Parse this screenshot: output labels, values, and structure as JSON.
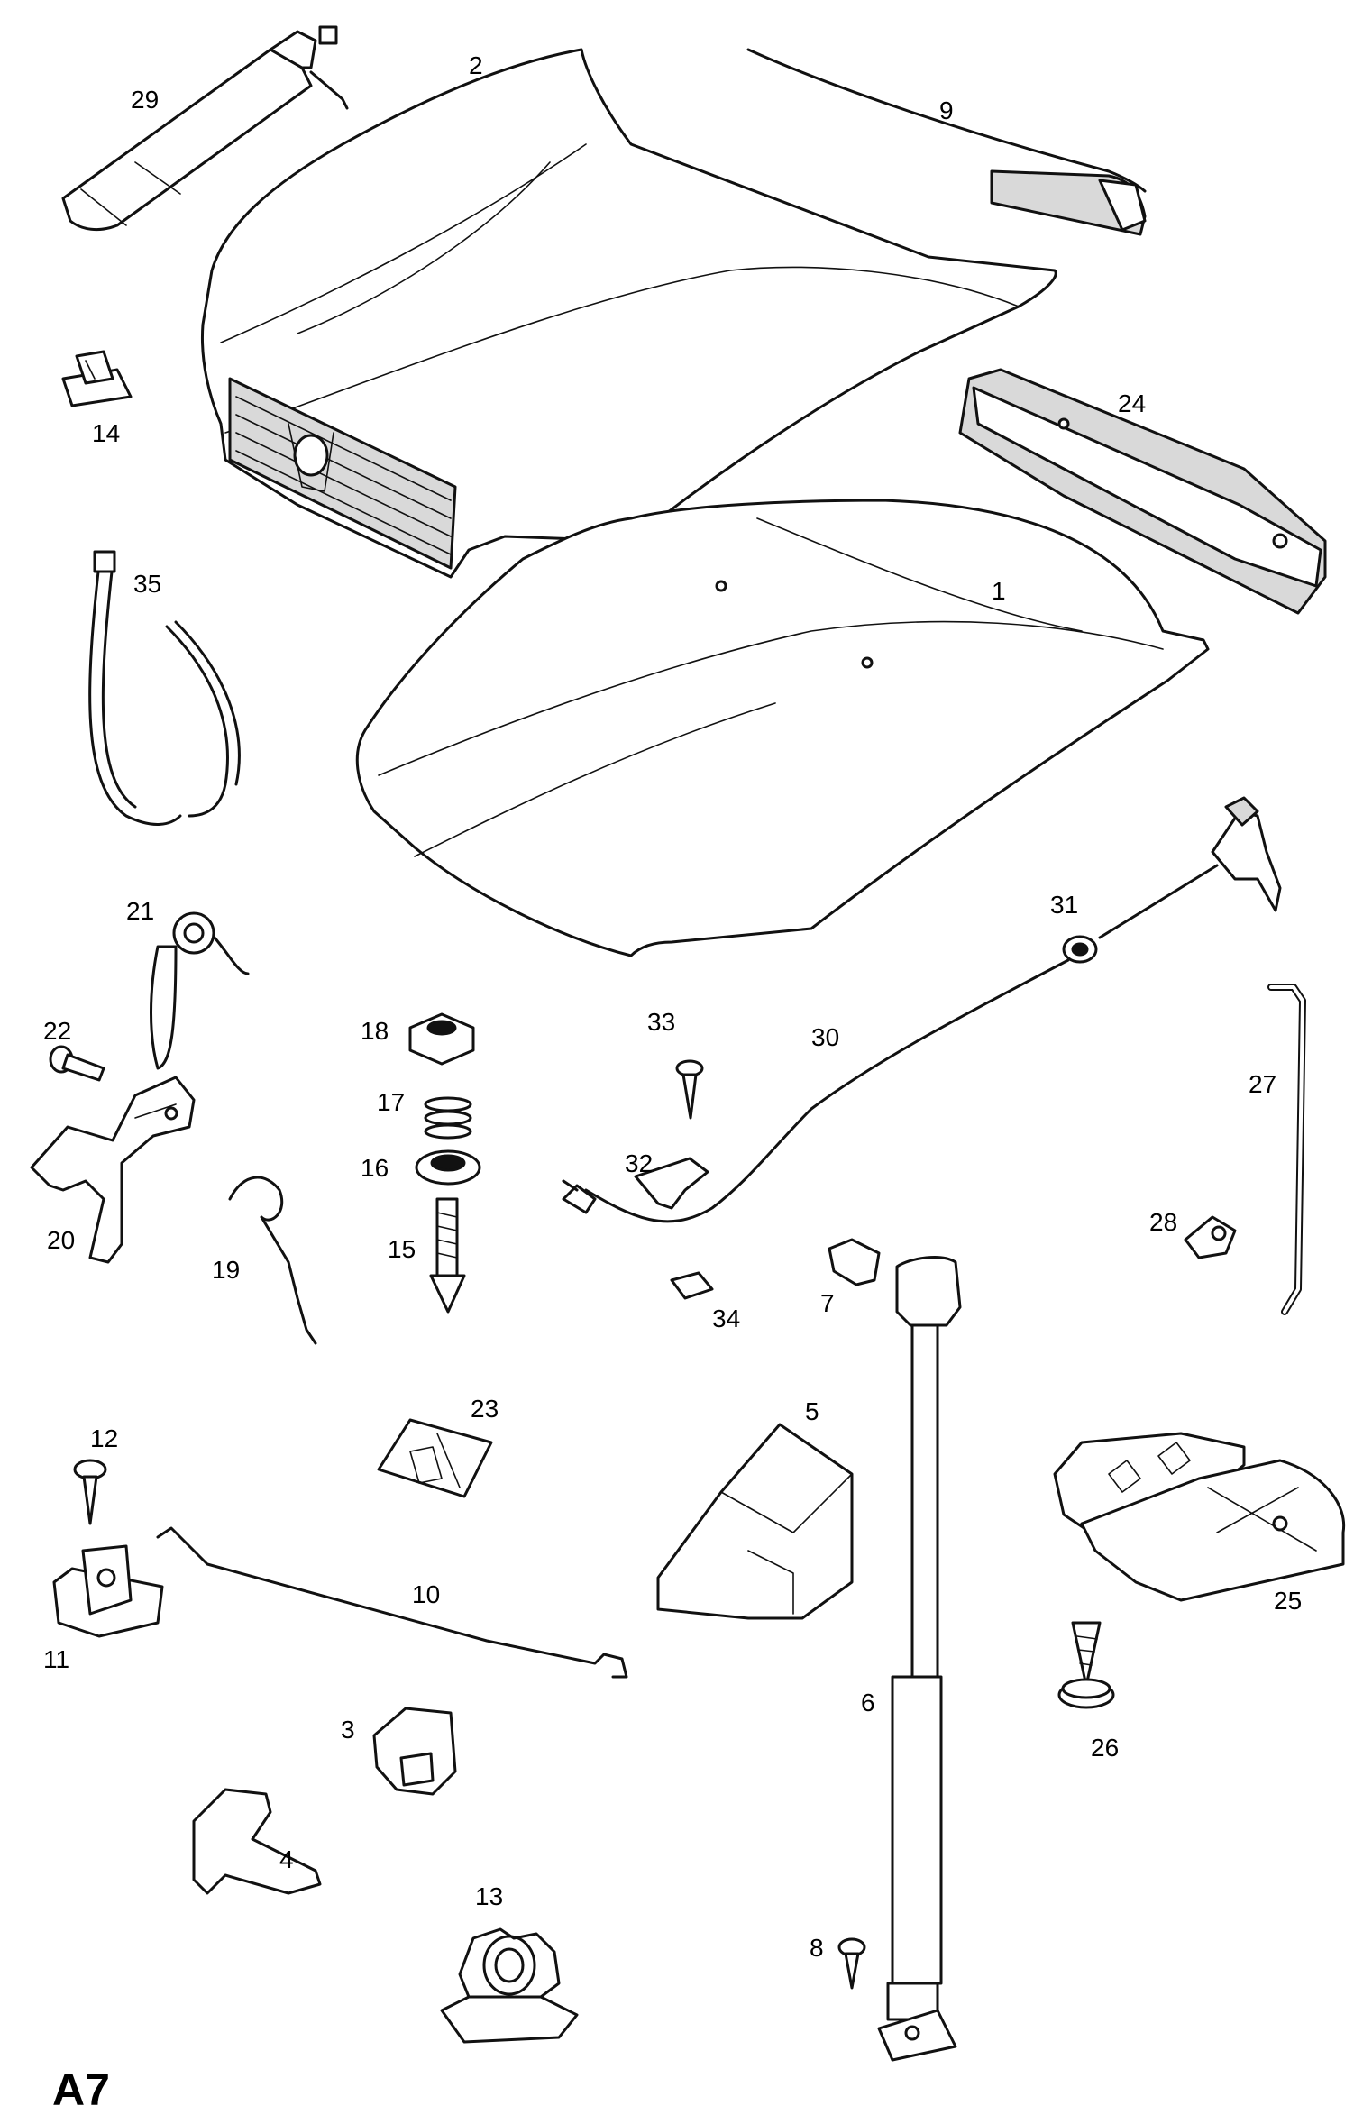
{
  "sheet_id": "A7",
  "callouts": {
    "c1": "1",
    "c2": "2",
    "c3": "3",
    "c4": "4",
    "c5": "5",
    "c6": "6",
    "c7": "7",
    "c8": "8",
    "c9": "9",
    "c10": "10",
    "c11": "11",
    "c12": "12",
    "c13": "13",
    "c14": "14",
    "c15": "15",
    "c16": "16",
    "c17": "17",
    "c18": "18",
    "c19": "19",
    "c20": "20",
    "c21": "21",
    "c22": "22",
    "c23": "23",
    "c24": "24",
    "c25": "25",
    "c26": "26",
    "c27": "27",
    "c28": "28",
    "c29": "29",
    "c30": "30",
    "c31": "31",
    "c32": "32",
    "c33": "33",
    "c34": "34",
    "c35": "35"
  }
}
